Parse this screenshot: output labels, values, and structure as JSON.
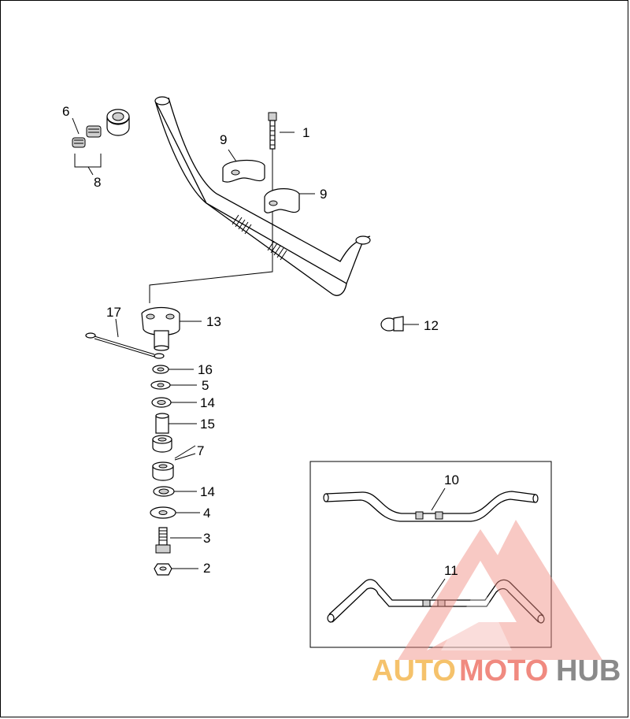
{
  "callouts": {
    "c1": "1",
    "c2": "2",
    "c3": "3",
    "c4": "4",
    "c5": "5",
    "c6": "6",
    "c7": "7",
    "c8": "8",
    "c9a": "9",
    "c9b": "9",
    "c10": "10",
    "c11": "11",
    "c12": "12",
    "c13": "13",
    "c14a": "14",
    "c14b": "14",
    "c15": "15",
    "c16": "16",
    "c17": "17"
  },
  "watermark": {
    "part1": "AUTO",
    "part2": "MOTO",
    "part3": "HUB",
    "colors": {
      "auto": "#f5c26b",
      "moto": "#f08a80",
      "hub": "#8a8a8a",
      "triangle": "#f08a80"
    }
  }
}
